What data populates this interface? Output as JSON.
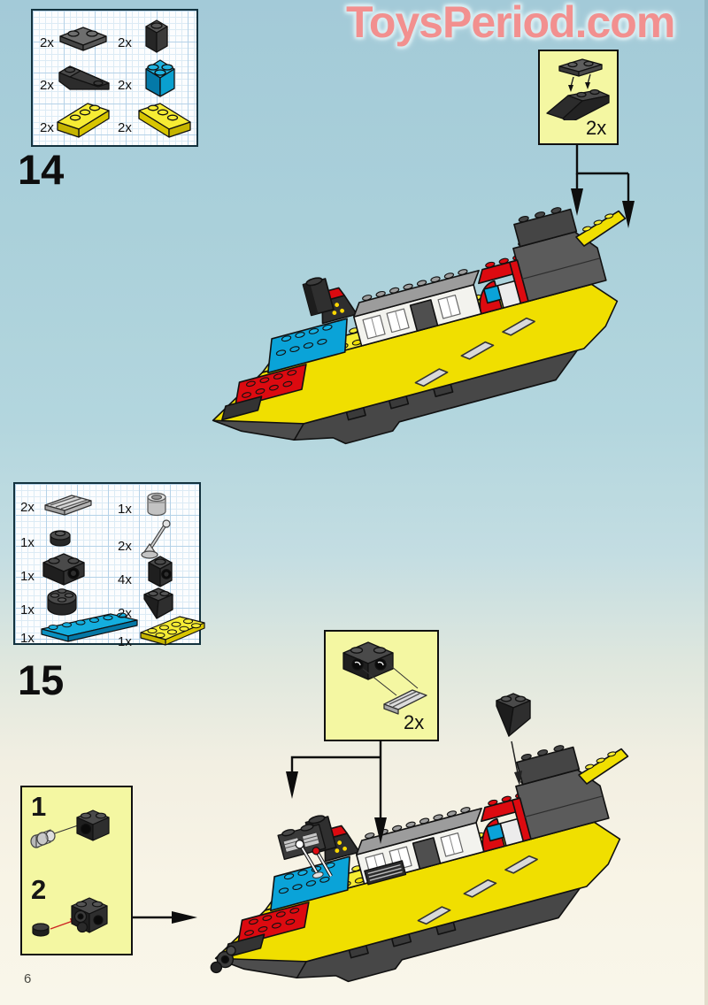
{
  "watermark": {
    "text": "ToysPeriod.com"
  },
  "page": {
    "number": "6"
  },
  "step14": {
    "number": "14",
    "parts": [
      {
        "qty": "2x",
        "piece": "dark-gray-plate-1x2"
      },
      {
        "qty": "2x",
        "piece": "black-brick-1x1"
      },
      {
        "qty": "2x",
        "piece": "black-slope-brick"
      },
      {
        "qty": "2x",
        "piece": "blue-brick-2x2"
      },
      {
        "qty": "2x",
        "piece": "yellow-wedge-left"
      },
      {
        "qty": "2x",
        "piece": "yellow-wedge-right"
      }
    ],
    "callout": {
      "qty": "2x",
      "piece": "dark-plate-1x2-onto-slope-brick"
    }
  },
  "step15": {
    "number": "15",
    "parts": [
      {
        "qty": "2x",
        "piece": "gray-grille-plate-1x2"
      },
      {
        "qty": "1x",
        "piece": "black-round-plate-1x1"
      },
      {
        "qty": "1x",
        "piece": "black-technic-brick-1x2"
      },
      {
        "qty": "1x",
        "piece": "black-round-brick-2x2"
      },
      {
        "qty": "1x",
        "piece": "blue-plate-1x6"
      },
      {
        "qty": "1x",
        "piece": "gray-barrel-1x1"
      },
      {
        "qty": "2x",
        "piece": "gray-lever-antenna"
      },
      {
        "qty": "4x",
        "piece": "black-technic-brick-1x1"
      },
      {
        "qty": "2x",
        "piece": "black-inverted-slope"
      },
      {
        "qty": "1x",
        "piece": "yellow-plate-2x4"
      }
    ],
    "callout": {
      "qty": "2x",
      "piece": "black-technic-brick-with-grille"
    },
    "subassembly": {
      "step1": "1",
      "step2": "2"
    }
  },
  "colors": {
    "background_top": "#a3cad8",
    "background_bottom": "#f9f6ea",
    "watermark_pink": "#f2908f",
    "callout_yellow": "#f4f7a2",
    "grid_blue": "#b5d2e8",
    "lego_yellow": "#f0df00",
    "lego_blue": "#0aa3d8",
    "lego_red": "#dc0a10",
    "lego_dark_gray": "#4d4d4d",
    "lego_light_gray": "#cccccc",
    "lego_black": "#2a2a2a"
  }
}
